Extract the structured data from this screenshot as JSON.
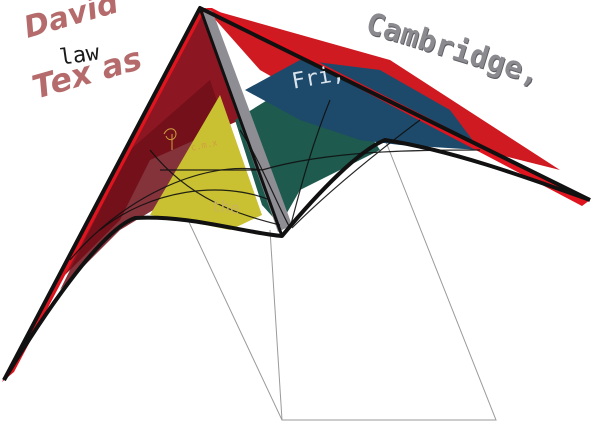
{
  "labels": {
    "david": "David",
    "law": "law",
    "texas": "Tex as",
    "cambridge": "Cambridge,",
    "fri": "Fri,",
    "the": "the",
    "cmx": "c.m.x"
  },
  "colors": {
    "frame": "#111111",
    "leading_edge": "#e0141e",
    "left_panel": "#8c1622",
    "yellow_panel": "#c9c132",
    "green_panel": "#1e5a4e",
    "blue_panel": "#1d4a6b",
    "spine": "#8d8d93",
    "label_red": "#b56b6b",
    "label_grey": "#8a8a8f"
  }
}
